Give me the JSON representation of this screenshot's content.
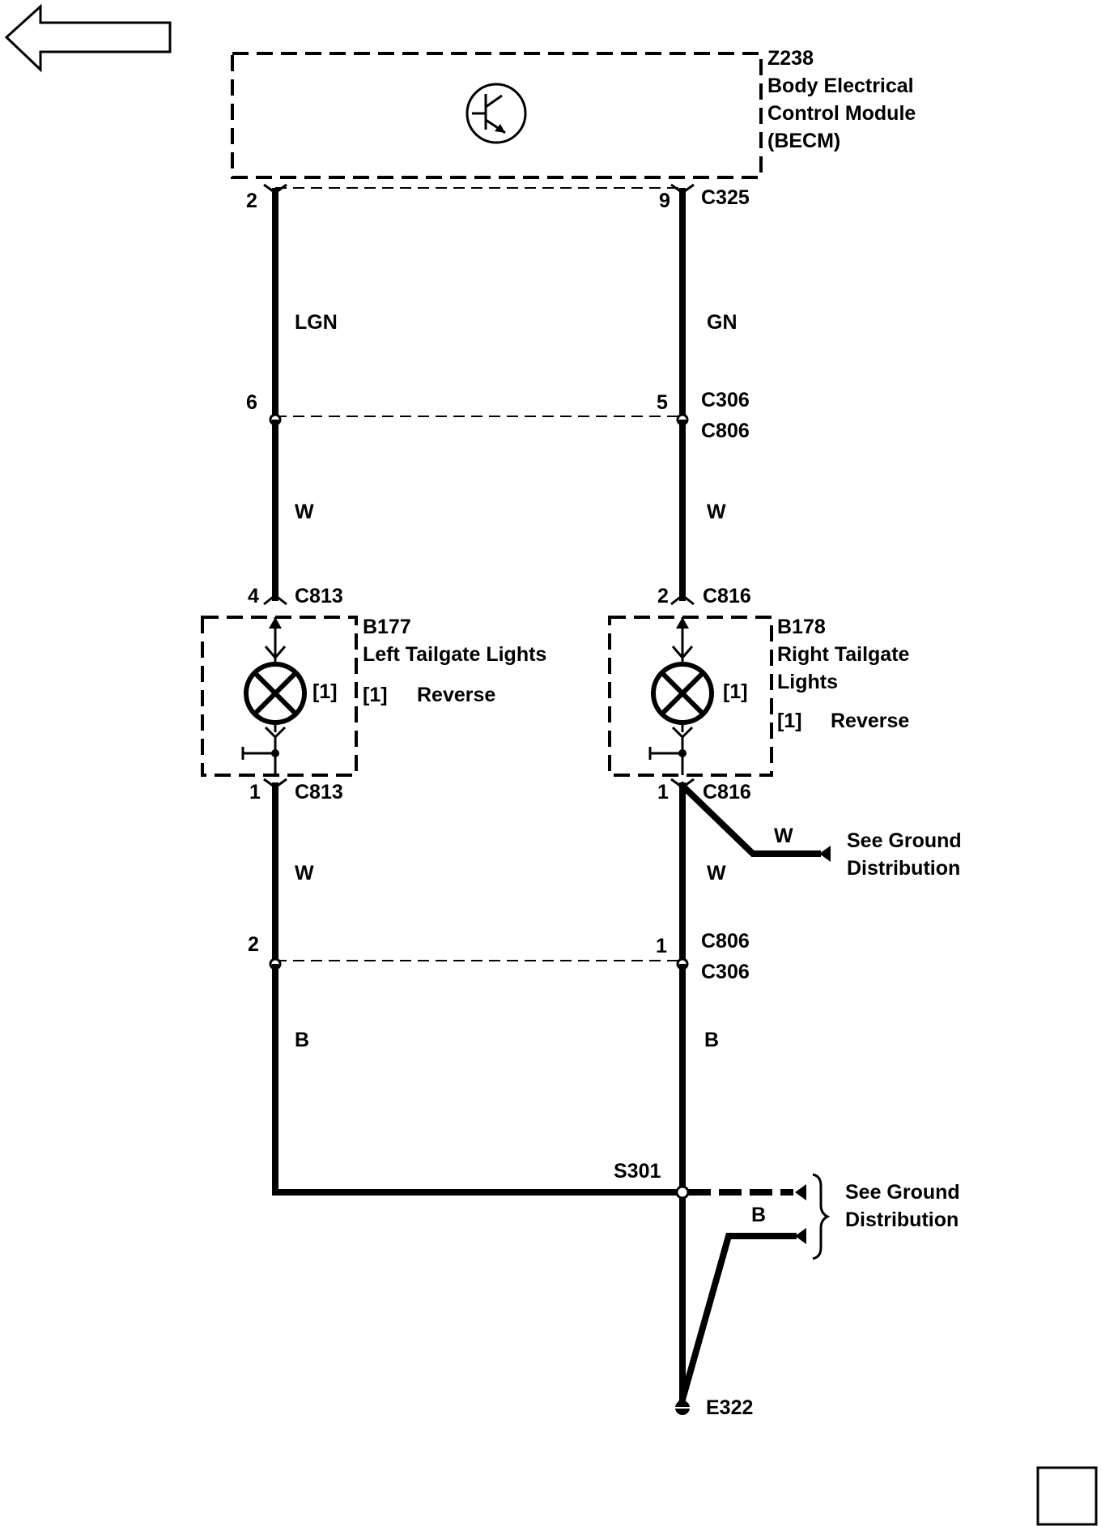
{
  "module": {
    "id": "Z238",
    "name_line1": "Body Electrical",
    "name_line2": "Control Module",
    "name_line3": "(BECM)"
  },
  "connectors": {
    "c325": "C325",
    "c306_top": "C306",
    "c806_top": "C806",
    "c813_top": "C813",
    "c816_top": "C816",
    "c813_bot": "C813",
    "c816_bot": "C816",
    "c806_bot": "C806",
    "c306_bot": "C306"
  },
  "pins": {
    "left_becm": "2",
    "right_becm": "9",
    "left_c306": "6",
    "right_c306": "5",
    "left_c813_top": "4",
    "right_c816_top": "2",
    "left_c813_bot": "1",
    "right_c816_bot": "1",
    "left_c806_bot": "2",
    "right_c806_bot": "1"
  },
  "wire_colors": {
    "left_top": "LGN",
    "right_top": "GN",
    "left_mid": "W",
    "right_mid": "W",
    "left_low": "W",
    "right_low": "W",
    "branch": "W",
    "left_bottom": "B",
    "right_bottom": "B",
    "ground_branch": "B"
  },
  "left_light": {
    "id": "B177",
    "name": "Left Tailgate Lights",
    "pin_ref": "[1]",
    "legend_ref": "[1]",
    "legend_text": "Reverse"
  },
  "right_light": {
    "id": "B178",
    "name_line1": "Right Tailgate",
    "name_line2": "Lights",
    "pin_ref": "[1]",
    "legend_ref": "[1]",
    "legend_text": "Reverse"
  },
  "ground_ref_1": {
    "line1": "See Ground",
    "line2": "Distribution"
  },
  "ground_ref_2": {
    "line1": "See Ground",
    "line2": "Distribution"
  },
  "splice": "S301",
  "ground_point": "E322",
  "icons": [
    "back-arrow-icon",
    "transistor-icon",
    "lamp-icon",
    "ground-icon"
  ]
}
